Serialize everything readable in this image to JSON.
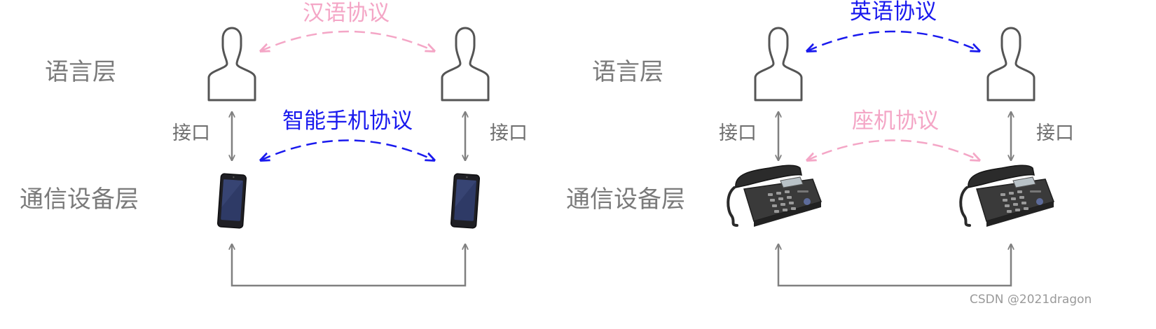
{
  "left": {
    "top_protocol": "汉语协议",
    "language_layer": "语言层",
    "interface_left": "接口",
    "interface_right": "接口",
    "bottom_protocol": "智能手机协议",
    "device_layer": "通信设备层"
  },
  "right": {
    "top_protocol": "英语协议",
    "language_layer": "语言层",
    "interface_left": "接口",
    "interface_right": "接口",
    "bottom_protocol": "座机协议",
    "device_layer": "通信设备层"
  },
  "watermark": "CSDN @2021dragon",
  "colors": {
    "pink": "#f4a6c6",
    "blue": "#1a1aee",
    "gray_line": "#808080",
    "label_gray": "#7a7a7a"
  },
  "icons": {
    "person": "person-icon",
    "phone": "smartphone-icon",
    "desk_phone": "desk-phone-icon"
  }
}
